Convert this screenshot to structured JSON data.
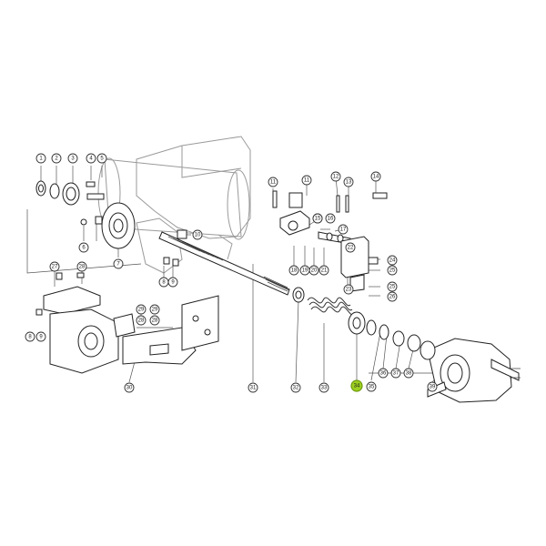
{
  "highlight_color": "#9ccf1f",
  "callouts": [
    "1",
    "2",
    "3",
    "4",
    "5",
    "6",
    "7",
    "8",
    "9",
    "10",
    "11",
    "12",
    "13",
    "14",
    "15",
    "16",
    "17",
    "18",
    "19",
    "20",
    "21",
    "22",
    "23",
    "24",
    "25",
    "26",
    "27",
    "28",
    "29",
    "30",
    "31",
    "32",
    "33",
    "34",
    "35",
    "36",
    "37",
    "38",
    "39"
  ]
}
